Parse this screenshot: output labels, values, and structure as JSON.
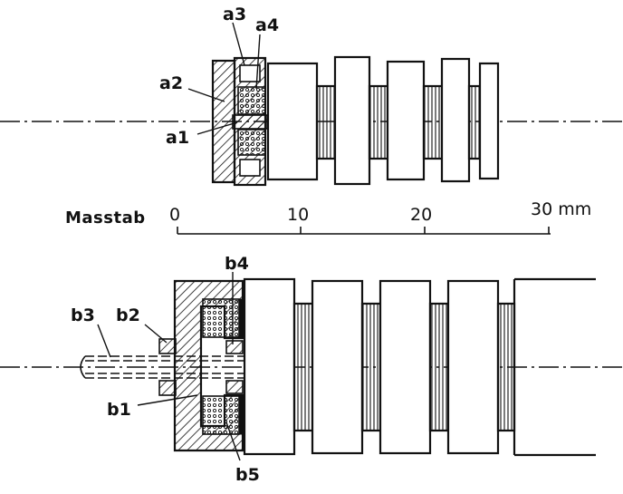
{
  "figure_a": {
    "labels": {
      "a1": "a1",
      "a2": "a2",
      "a3": "a3",
      "a4": "a4"
    }
  },
  "scale": {
    "title": "Masstab",
    "ticks": [
      "0",
      "10",
      "20",
      "30 mm"
    ]
  },
  "figure_b": {
    "labels": {
      "b1": "b1",
      "b2": "b2",
      "b3": "b3",
      "b4": "b4",
      "b5": "b5"
    }
  }
}
